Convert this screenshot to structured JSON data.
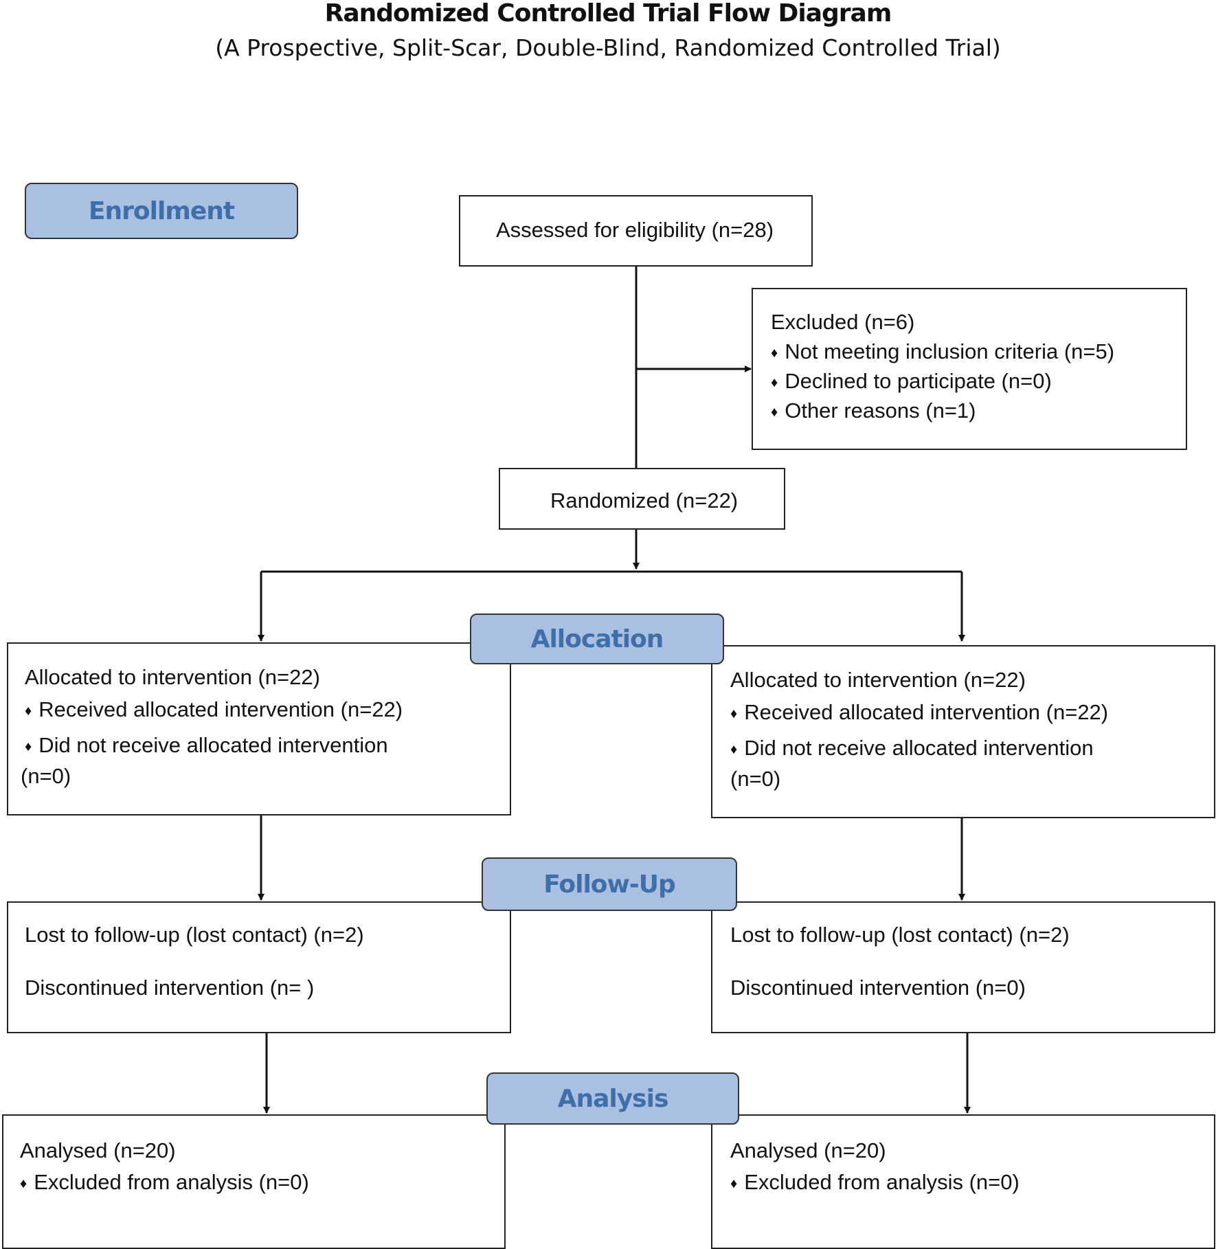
{
  "header": {
    "title": "Randomized Controlled Trial Flow Diagram",
    "subtitle": "(A Prospective, Split-Scar, Double-Blind, Randomized Controlled Trial)"
  },
  "stages": {
    "enrollment": "Enrollment",
    "allocation": "Allocation",
    "follow_up": "Follow-Up",
    "analysis": "Analysis"
  },
  "enrollment": {
    "assessed": "Assessed for eligibility (n=28)",
    "excluded": {
      "title": "Excluded (n=6)",
      "reasons": [
        "Not meeting inclusion criteria (n=5)",
        "Declined to participate (n=0)",
        "Other reasons (n=1)"
      ]
    },
    "randomized": "Randomized (n=22)"
  },
  "arms": {
    "left": {
      "allocated": "Allocated to intervention (n=22)",
      "received": "Received allocated intervention (n=22)",
      "not_received": "Did not receive allocated intervention",
      "not_received_n": "(n=0)",
      "lost": "Lost to follow-up (lost contact) (n=2)",
      "discontinued": "Discontinued intervention (n=  )",
      "analysed": "Analysed  (n=20)",
      "excluded_analysis": "Excluded from analysis (n=0)"
    },
    "right": {
      "allocated": "Allocated to intervention (n=22)",
      "received": "Received allocated intervention (n=22)",
      "not_received": "Did not receive allocated intervention",
      "not_received_n": "(n=0)",
      "lost": "Lost to follow-up (lost contact) (n=2)",
      "discontinued": "Discontinued intervention (n=0)",
      "analysed": "Analysed (n=20)",
      "excluded_analysis": "Excluded from analysis (n=0)"
    }
  },
  "bullet_symbol": "♦"
}
